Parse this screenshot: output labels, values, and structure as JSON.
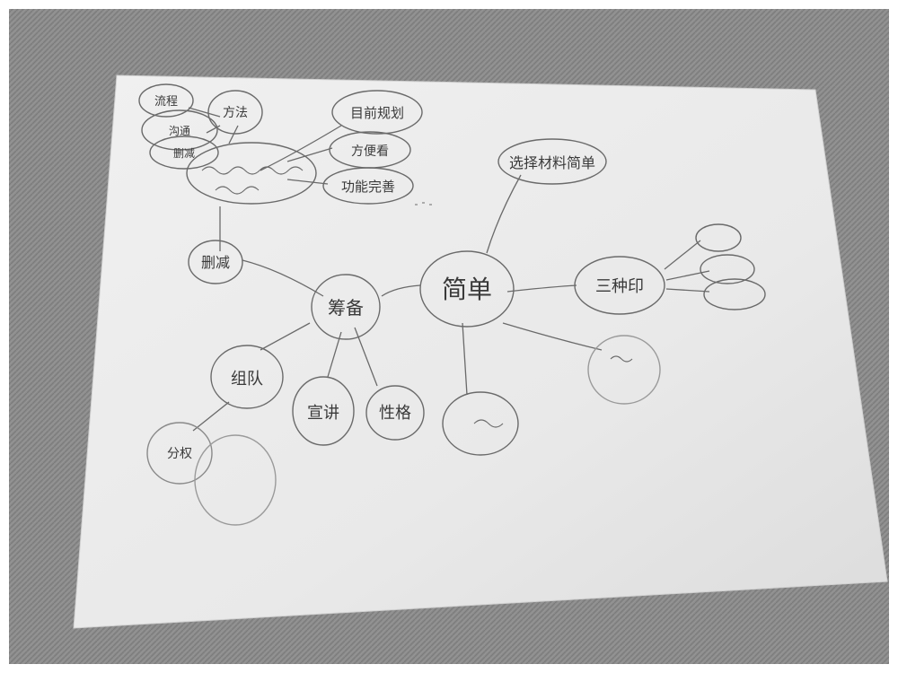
{
  "photo": {
    "subject": "hand-drawn pencil mind map on a sheet of paper lying on a carpet",
    "colors": {
      "carpet": "#8a8a8a",
      "paper": "#ededed",
      "pencil": "#5a5a5a"
    }
  },
  "mindmap": {
    "center": "简单",
    "branches": [
      {
        "label": "筹备"
      },
      {
        "label": "组队"
      },
      {
        "label": "宣讲"
      },
      {
        "label": "性格"
      },
      {
        "label": "删减"
      },
      {
        "label": "三种印"
      },
      {
        "label": "选择材料简单"
      },
      {
        "label": "目前规划"
      },
      {
        "label": "功能完善"
      },
      {
        "label": "方便看"
      },
      {
        "label": "分权"
      },
      {
        "label": "方法"
      },
      {
        "label": "流程"
      },
      {
        "label": "删减"
      },
      {
        "label": "沟通"
      }
    ]
  }
}
